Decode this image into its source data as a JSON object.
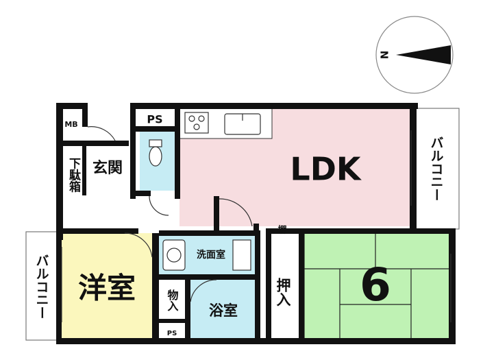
{
  "compass": {
    "north_label": "N"
  },
  "rooms": {
    "ldk": "LDK",
    "western_room": "洋室",
    "tatami_number": "6",
    "genkan": "玄関",
    "getabako": "下駄箱",
    "washroom": "洗面室",
    "bathroom": "浴室",
    "storage_oshiire": "押入",
    "storage_monoire": "物入",
    "shelf": "棚",
    "ps_top": "PS",
    "ps_bottom": "PS",
    "meter_box": "MB",
    "balcony_right": "バルコニー",
    "balcony_left": "バルコニー"
  },
  "colors": {
    "ldk": "#f7dde0",
    "western": "#fbf7bd",
    "tatami": "#bff2b4",
    "wet": "#c6ecf4",
    "wall": "#111111"
  }
}
